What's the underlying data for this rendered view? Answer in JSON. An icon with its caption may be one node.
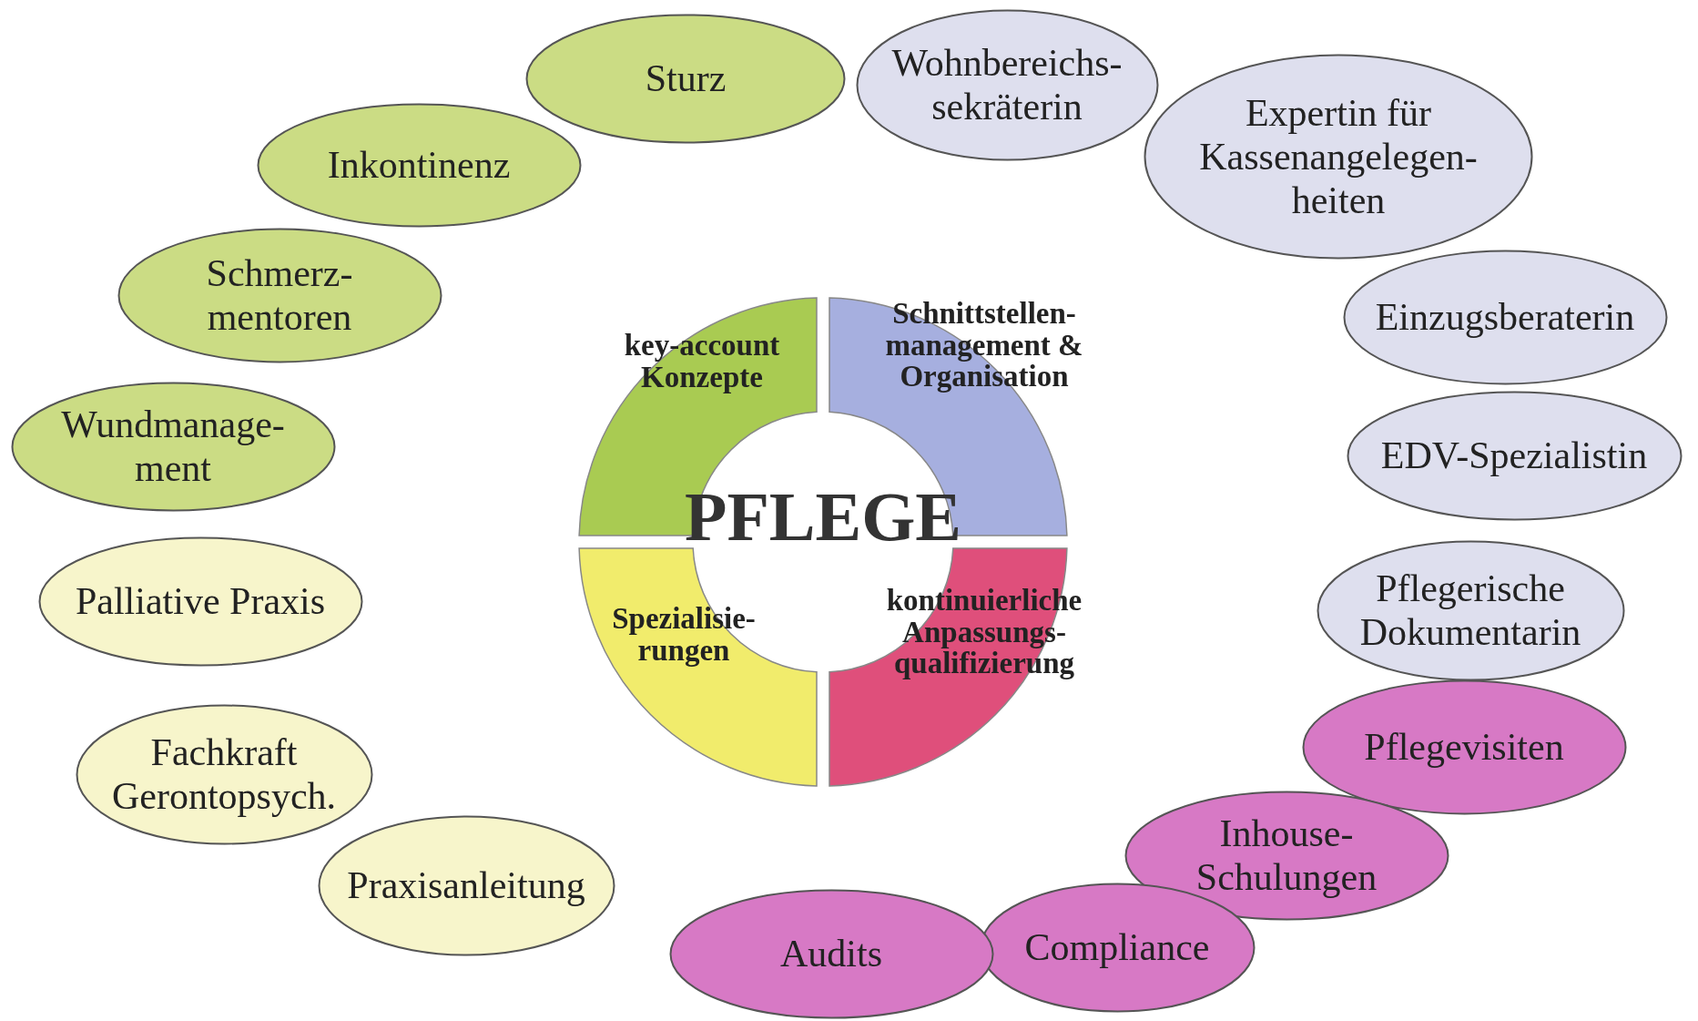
{
  "diagram": {
    "nodes": [
      {
        "text": [
          "key-account Konzepte"
        ]
      },
      {
        "text": [
          "Schnittstellen- management & Organisation"
        ]
      },
      {
        "text": [
          "kontinuierliche Anpassungs- qualifizierung"
        ]
      },
      {
        "text": [
          "Spezialisie- rungen"
        ]
      },
      {
        "text": [
          "Sturz"
        ]
      },
      {
        "text": [
          "Wohnbereichs- sekräterin"
        ]
      },
      {
        "text": [
          "Expertin für Kassenangelegen- heiten"
        ]
      },
      {
        "text": [
          "Einzugsberaterin"
        ]
      },
      {
        "text": [
          "EDV-Spezialistin"
        ]
      },
      {
        "text": [
          "Pflegerische Dokumentarin"
        ]
      },
      {
        "text": [
          "Pflegevisiten"
        ]
      },
      {
        "text": [
          "Inhouse- Schulungen"
        ]
      },
      {
        "text": [
          "Compliance"
        ]
      },
      {
        "text": [
          "Audits"
        ]
      },
      {
        "text": [
          "Praxisanleitung"
        ]
      },
      {
        "text": [
          "Fachkraft Gerontopsych."
        ]
      },
      {
        "text": [
          "Palliative Praxis"
        ]
      },
      {
        "text": [
          "Wundmanage- ment"
        ]
      },
      {
        "text": [
          "Schmerz- mentoren"
        ]
      },
      {
        "text": [
          "Inkontinenz"
        ]
      }
    ],
    "edges": [],
    "labels": [
      "PFLEGE"
    ]
  }
}
